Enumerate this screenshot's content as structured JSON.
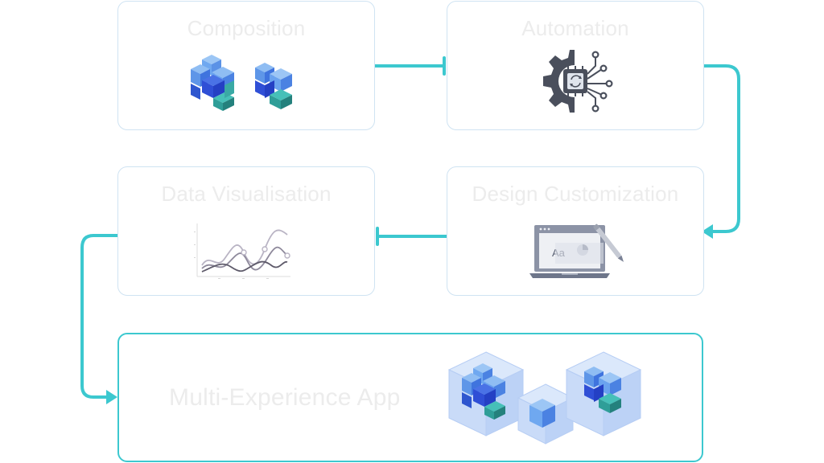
{
  "cards": {
    "composition": {
      "title": "Composition",
      "icon": "cubes-icon"
    },
    "automation": {
      "title": "Automation",
      "icon": "gear-chip-icon"
    },
    "dataviz": {
      "title": "Data Visualisation",
      "icon": "line-chart-icon"
    },
    "design": {
      "title": "Design Customization",
      "icon": "laptop-design-icon"
    },
    "mxapp": {
      "title": "Multi-Experience App",
      "icon": "glass-cubes-icon"
    }
  },
  "colors": {
    "connector": "#3cc8cf",
    "card_border": "#cfe3f2",
    "title_text": "#ececec",
    "cube_blue": "#3a6fe0",
    "cube_light": "#6fa8f0",
    "cube_teal": "#2fa7a6",
    "gear": "#4a4f5c"
  }
}
